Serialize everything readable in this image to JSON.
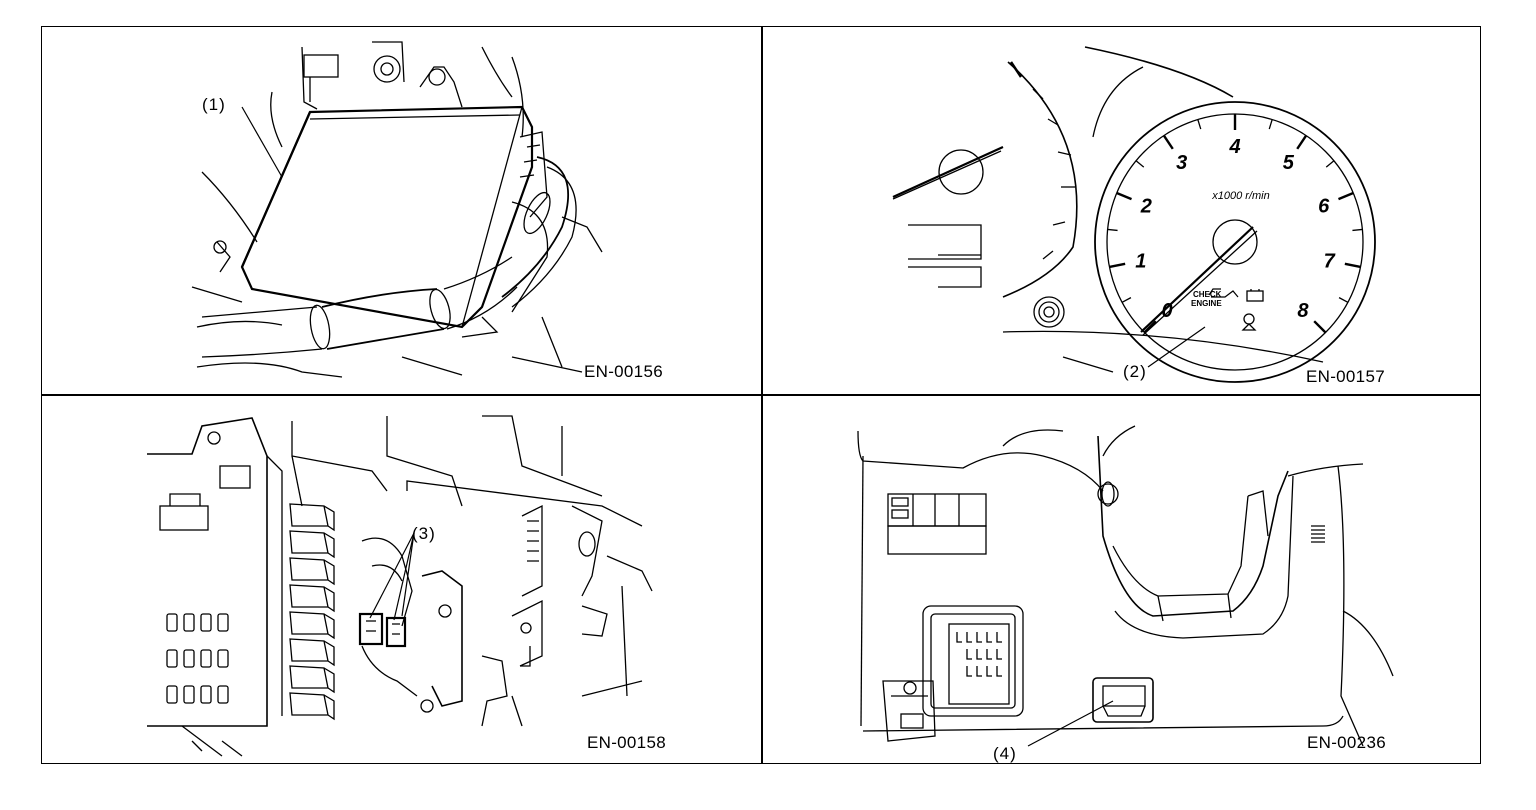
{
  "panels": [
    {
      "figure_code": "EN-00156",
      "callout": "(1)"
    },
    {
      "figure_code": "EN-00157",
      "callout": "(2)",
      "gauge": {
        "scale": [
          "0",
          "1",
          "2",
          "3",
          "4",
          "5",
          "6",
          "7",
          "8"
        ],
        "unit": "x1000 r/min",
        "warning_lamp_line1": "CHECK",
        "warning_lamp_line2": "ENGINE"
      }
    },
    {
      "figure_code": "EN-00158",
      "callout": "(3)"
    },
    {
      "figure_code": "EN-00236",
      "callout": "(4)"
    }
  ],
  "colors": {
    "line": "#000000",
    "background": "#ffffff"
  }
}
